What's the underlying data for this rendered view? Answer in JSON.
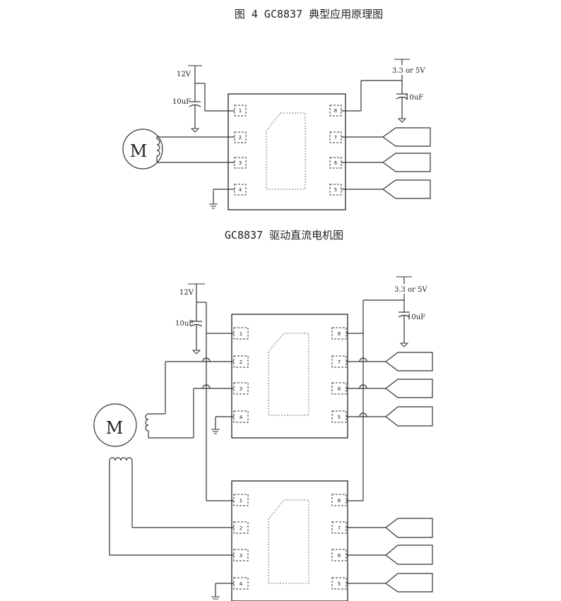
{
  "figure_title": "图 4 GC8837 典型应用原理图",
  "diagram1": {
    "caption": "GC8837 驱动直流电机图",
    "vin_label": "12V",
    "cap_left_label": "10uF",
    "vlogic_label": "3.3 or 5V",
    "cap_right_label": "10uF",
    "motor_label": "M",
    "pins_left": [
      "1",
      "2",
      "3",
      "4"
    ],
    "pins_right": [
      "8",
      "7",
      "6",
      "5"
    ]
  },
  "diagram2": {
    "vin_label": "12V",
    "cap_left_label": "10uF",
    "vlogic_label": "3.3 or 5V",
    "cap_right_label": "10uF",
    "motor_label": "M",
    "chip_a_pins_left": [
      "1",
      "2",
      "3",
      "4"
    ],
    "chip_a_pins_right": [
      "8",
      "7",
      "6",
      "5"
    ],
    "chip_b_pins_left": [
      "1",
      "2",
      "3",
      "4"
    ],
    "chip_b_pins_right": [
      "8",
      "7",
      "6",
      "5"
    ]
  }
}
